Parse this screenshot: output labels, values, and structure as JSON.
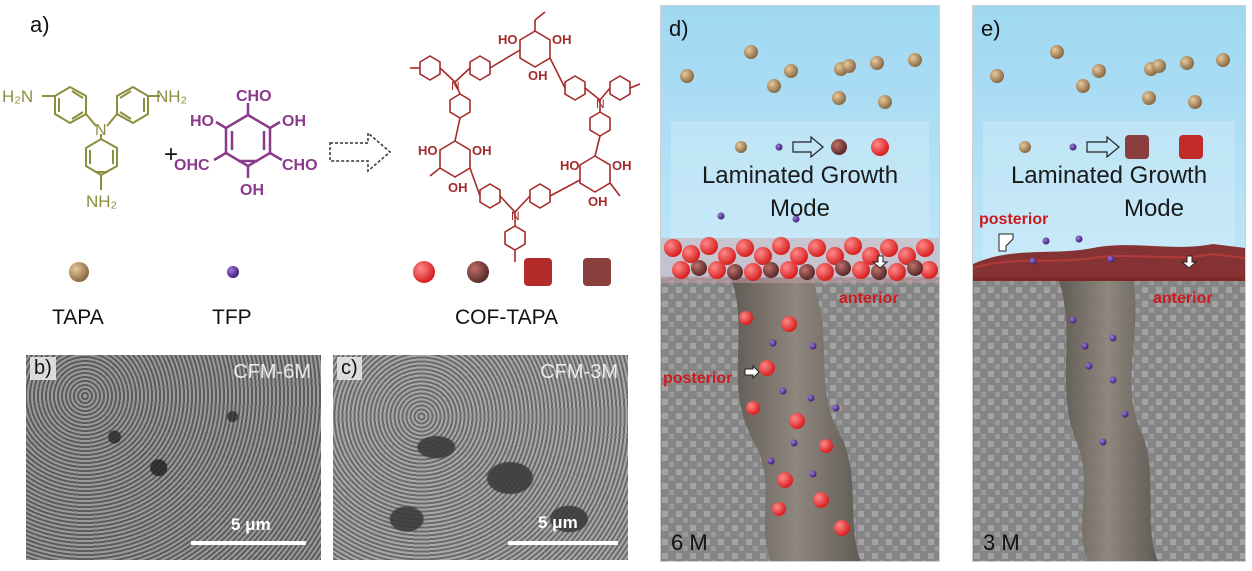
{
  "panel_a": {
    "label": "a)",
    "tapa": {
      "amine": "H₂N",
      "amine_right": "NH₂",
      "amine_bottom": "NH₂",
      "n": "N"
    },
    "tfp": {
      "cho_top": "CHO",
      "oh_left": "HO",
      "oh_right": "OH",
      "ohc_left": "OHC",
      "cho_right": "CHO",
      "oh_bottom": "OH"
    },
    "plus": "+",
    "cof": {
      "oh": "OH",
      "ho": "HO",
      "n": "N"
    },
    "names": {
      "tapa": "TAPA",
      "tfp": "TFP",
      "cof": "COF-TAPA"
    }
  },
  "panel_b": {
    "label": "b)",
    "title": "CFM-6M",
    "scale": "5 μm"
  },
  "panel_c": {
    "label": "c)",
    "title": "CFM-3M",
    "scale": "5 μm"
  },
  "panel_d": {
    "label": "d)",
    "equation": {
      "plus": "+",
      "equals": "="
    },
    "mode_line1": "Laminated Growth",
    "mode_line2": "Mode",
    "anterior": "anterior",
    "posterior": "posterior",
    "concentration": "6 M"
  },
  "panel_e": {
    "label": "e)",
    "equation": {
      "plus": "+",
      "equals": "="
    },
    "mode_line1": "Laminated Growth",
    "mode_line2": "Mode",
    "anterior": "anterior",
    "posterior": "posterior",
    "concentration": "3 M"
  },
  "colors": {
    "tapa_color": "#8b8e3e",
    "tfp_color": "#8a3a8a",
    "cof_color": "#a52a2a",
    "label_red": "#d0191e",
    "sky_top": "#a9dcf3",
    "sky_bottom": "#c9ebfa"
  }
}
